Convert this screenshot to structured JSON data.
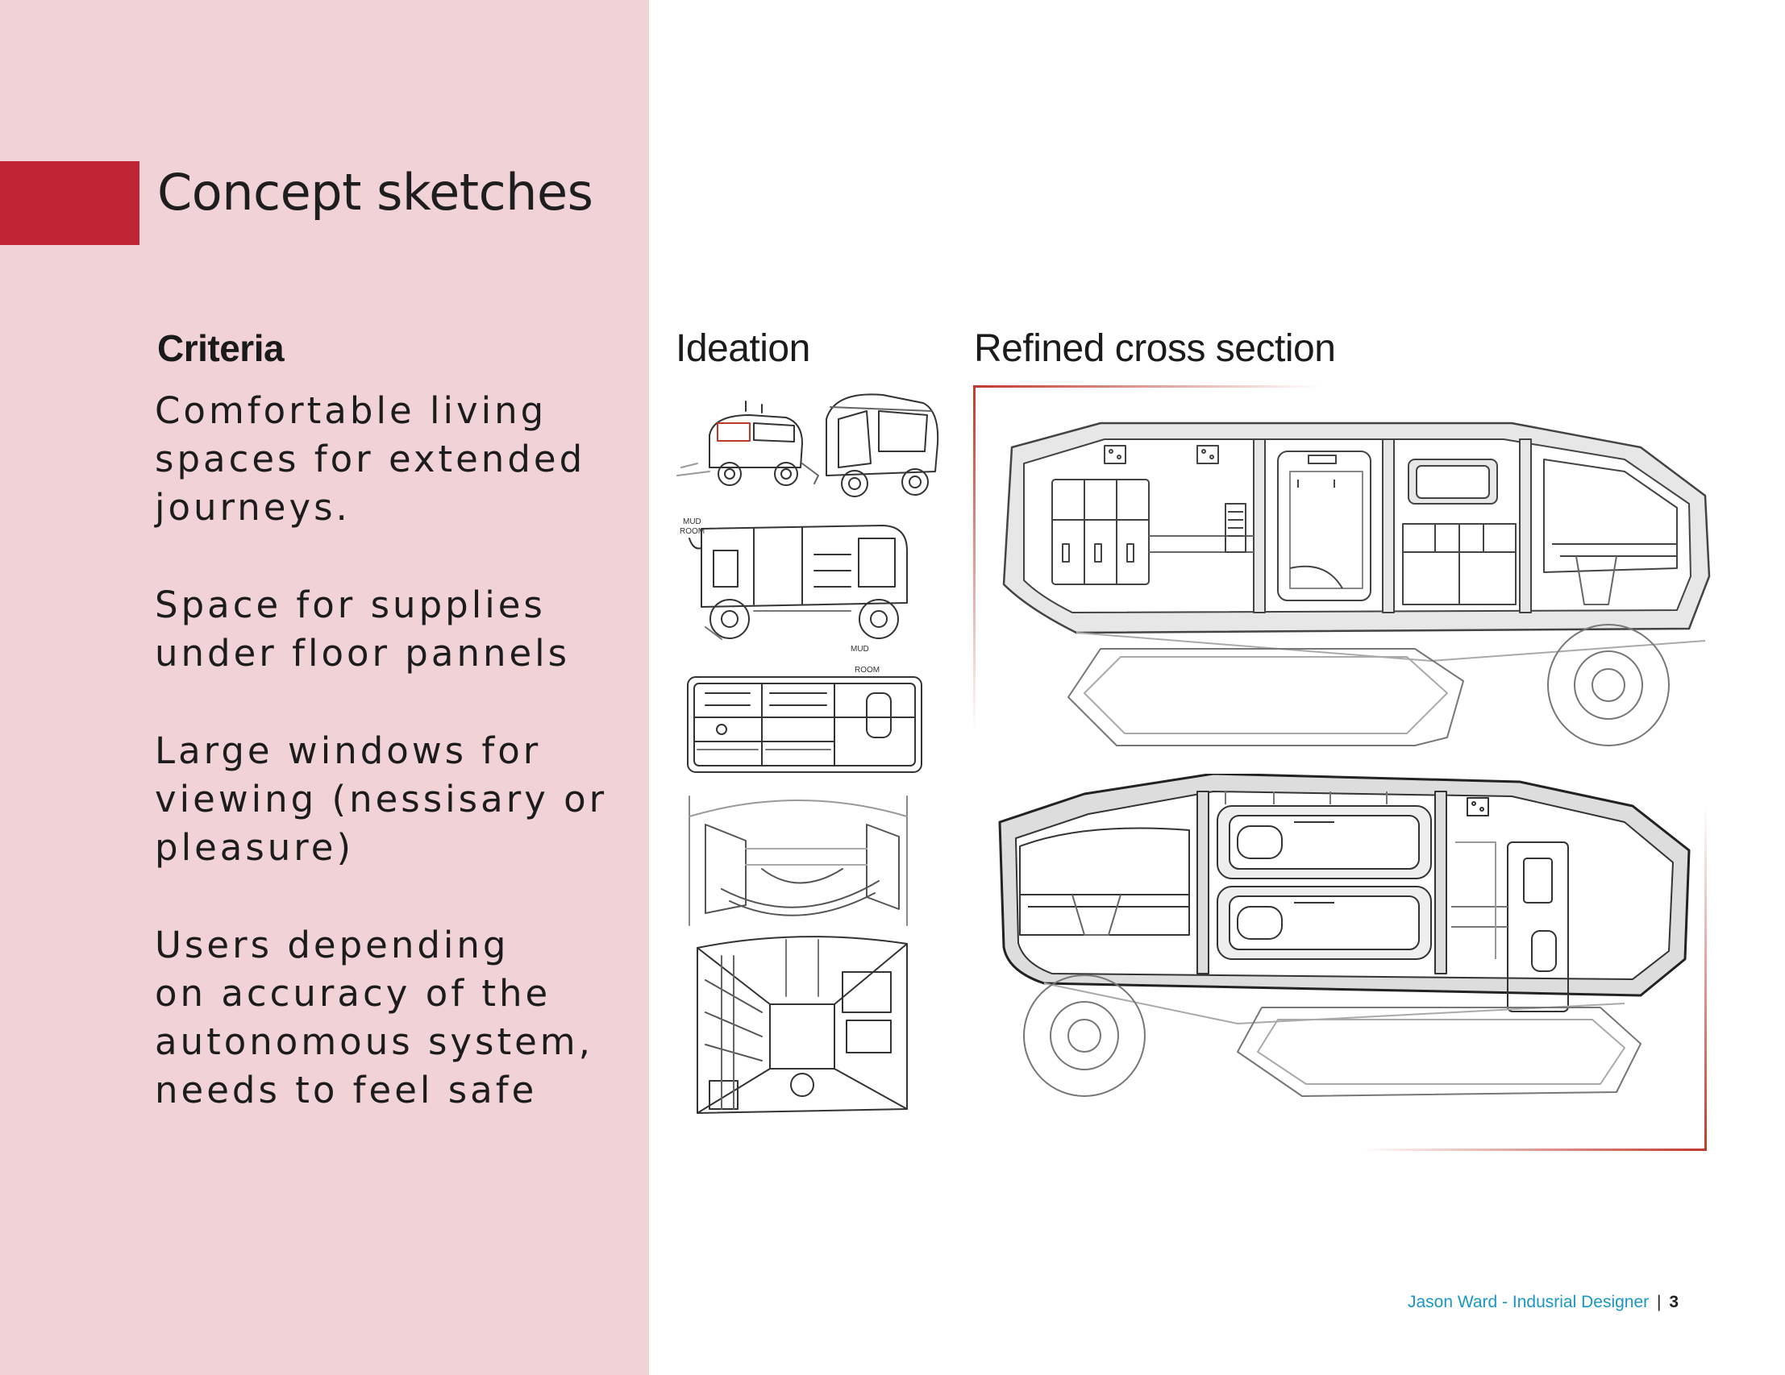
{
  "page": {
    "title": "Concept sketches",
    "accent_color": "#be2433",
    "panel_color": "#f1d3d7"
  },
  "criteria": {
    "heading": "Criteria",
    "items": [
      "Comfortable living\nspaces for extended\njourneys.",
      "Space for supplies\nunder floor pannels",
      "Large windows for\nviewing (nessisary or\npleasure)",
      "Users depending\non accuracy of the\nautonomous system,\nneeds to feel safe"
    ]
  },
  "ideation": {
    "heading": "Ideation",
    "sketch_labels": [
      "MUD ROOM",
      "MUD ROOM"
    ]
  },
  "refined": {
    "heading": "Refined cross section"
  },
  "footer": {
    "author": "Jason Ward - Indusrial Designer",
    "separator": "|",
    "page_number": "3",
    "author_color": "#1a96c8"
  }
}
